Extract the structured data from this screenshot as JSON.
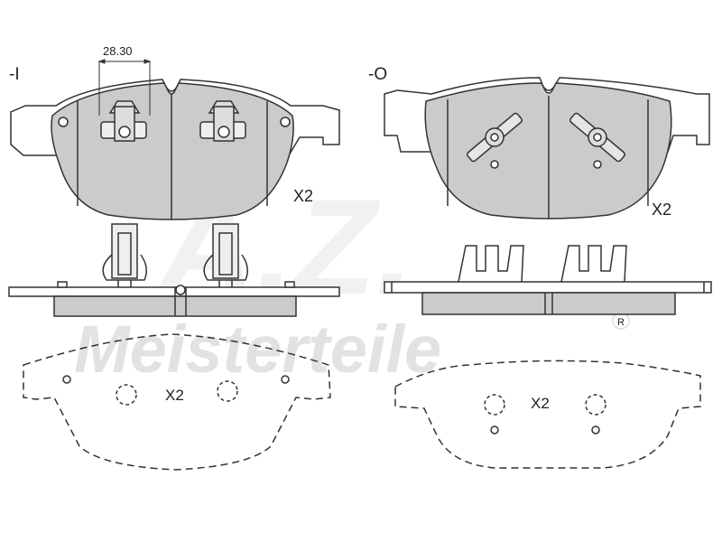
{
  "labels": {
    "side_inner": "-I",
    "side_outer": "-O",
    "dimension": "28.30",
    "qty_top_left": "X2",
    "qty_top_right": "X2",
    "qty_bottom_left": "X2",
    "qty_bottom_right": "X2"
  },
  "watermark": {
    "logo_text": "A.Z.",
    "brand_text": "Meisterteile",
    "registered_mark": "R"
  },
  "colors": {
    "pad_fill": "#cbcbcb",
    "outline": "#333333",
    "watermark": "#e2e2e2"
  }
}
